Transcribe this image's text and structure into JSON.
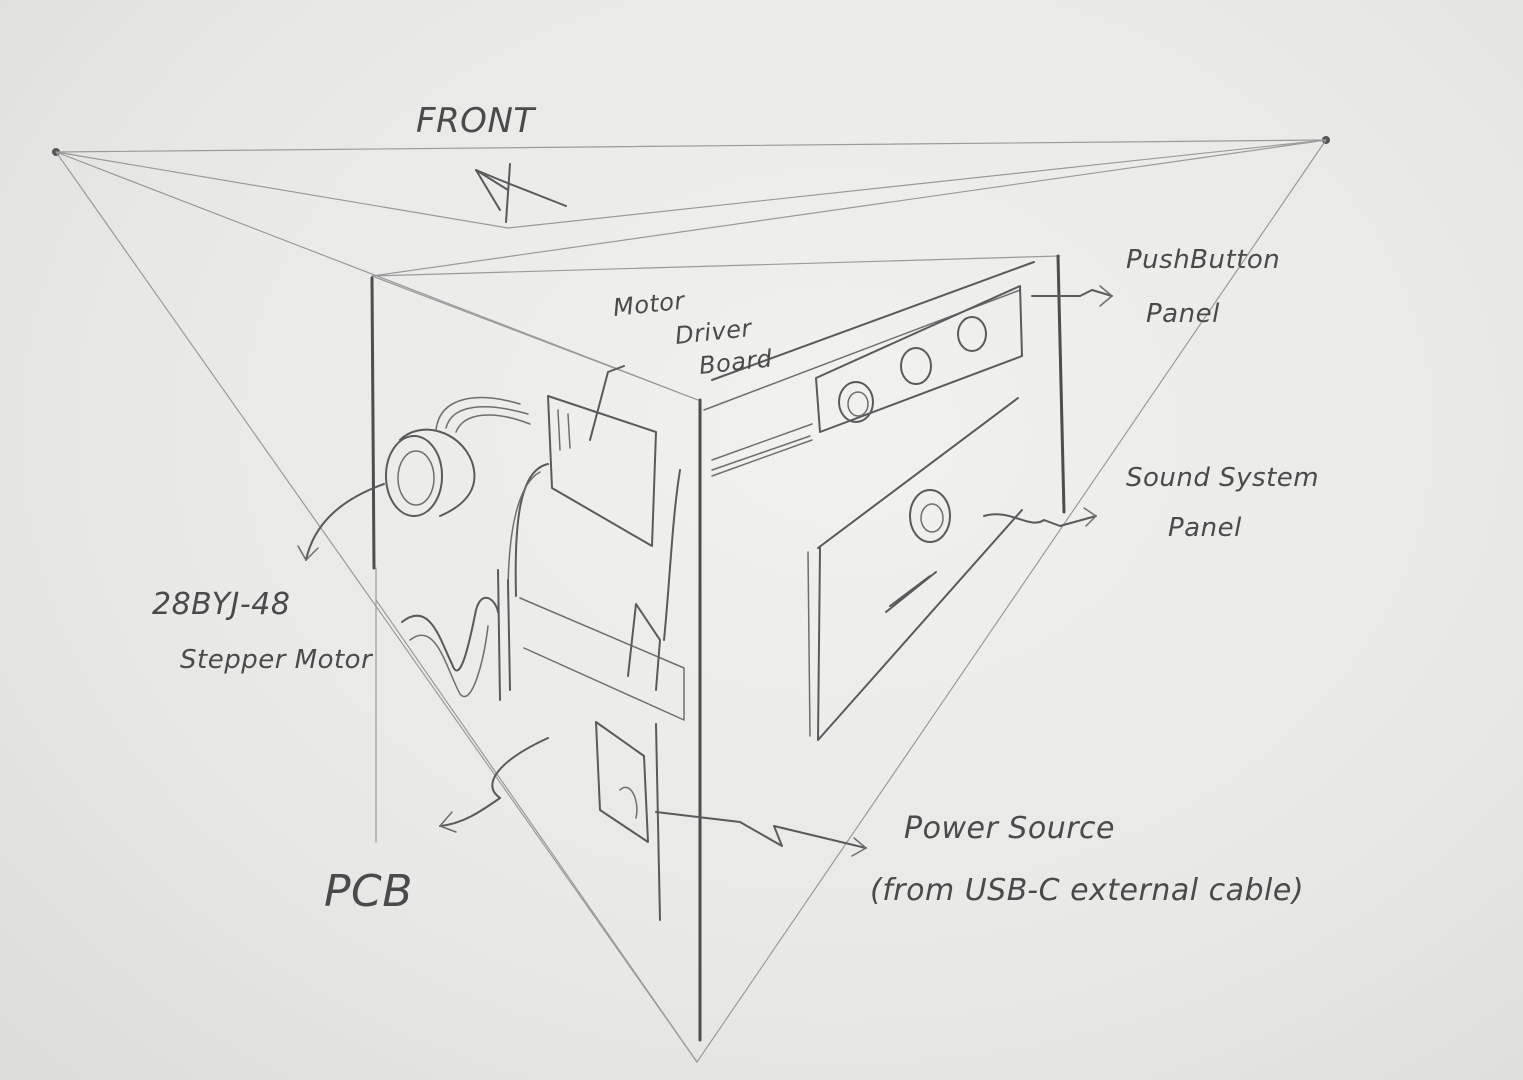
{
  "labels": {
    "front": "FRONT",
    "motor_driver_line1": "Motor",
    "motor_driver_line2": "Driver",
    "motor_driver_line3": "Board",
    "pushbutton_line1": "PushButton",
    "pushbutton_line2": "Panel",
    "sound_line1": "Sound System",
    "sound_line2": "Panel",
    "stepper_line1": "28BYJ-48",
    "stepper_line2": "Stepper Motor",
    "pcb": "PCB",
    "power_line1": "Power Source",
    "power_line2": "(from USB-C external cable)"
  },
  "colors": {
    "paper": "#ececea",
    "pencil": "#4d4d4d",
    "guide": "#9a9a9a"
  }
}
